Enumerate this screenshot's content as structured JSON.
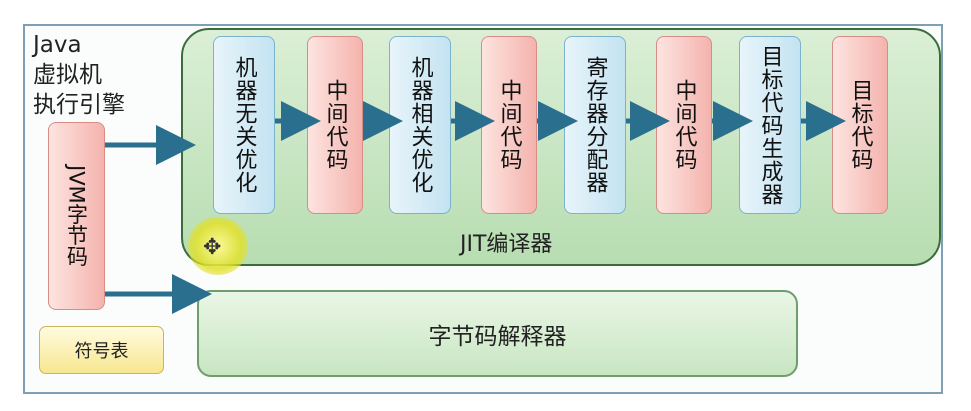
{
  "title": "Java\n虚拟机\n执行引擎",
  "bytecode_label": "JVM字节码",
  "symbol_table_label": "符号表",
  "jit_label": "JIT编译器",
  "interpreter_label": "字节码解释器",
  "pipeline": [
    {
      "label": "机器无关优化",
      "kind": "optimization"
    },
    {
      "label": "中间代码",
      "kind": "code"
    },
    {
      "label": "机器相关优化",
      "kind": "optimization"
    },
    {
      "label": "中间代码",
      "kind": "code"
    },
    {
      "label": "寄存器分配器",
      "kind": "optimization"
    },
    {
      "label": "中间代码",
      "kind": "code"
    },
    {
      "label": "目标代码生成器",
      "kind": "optimization"
    },
    {
      "label": "目标代码",
      "kind": "code"
    }
  ],
  "colors": {
    "optimization_fill": "#c3e3f1",
    "code_fill": "#f4b3ad",
    "panel_green": "#b7ddb1",
    "arrow": "#2a6f8e"
  }
}
